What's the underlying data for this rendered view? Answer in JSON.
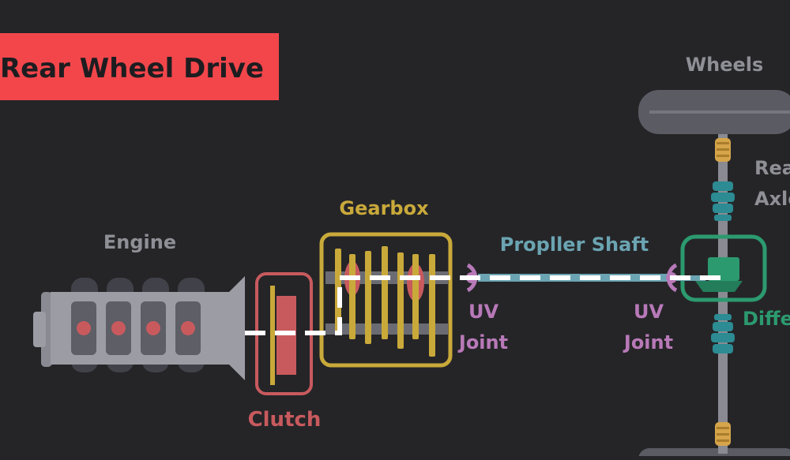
{
  "title": "Rear Wheel Drive",
  "labels": {
    "engine": "Engine",
    "clutch": "Clutch",
    "gearbox": "Gearbox",
    "propeller_shaft": "Propller Shaft",
    "uv_joint_1_line1": "UV",
    "uv_joint_1_line2": "Joint",
    "uv_joint_2_line1": "UV",
    "uv_joint_2_line2": "Joint",
    "wheels": "Wheels",
    "rear_axle_line1": "Rear",
    "rear_axle_line2": "Axle",
    "differential": "Differential"
  },
  "colors": {
    "background": "#252528",
    "title_banner": "#f2464b",
    "label_gray": "#8f8f96",
    "clutch": "#c85a5e",
    "gearbox": "#c9a93a",
    "shaft": "#6ba4b2",
    "uv_joint": "#b879b8",
    "differential": "#2c9a6f",
    "axle_boot": "#2c8b93",
    "hub": "#d6a54a",
    "power_flow": "#ffffff"
  },
  "icons": {
    "engine": "engine-icon",
    "clutch": "clutch-icon",
    "gearbox": "gearbox-icon",
    "differential": "differential-icon"
  }
}
